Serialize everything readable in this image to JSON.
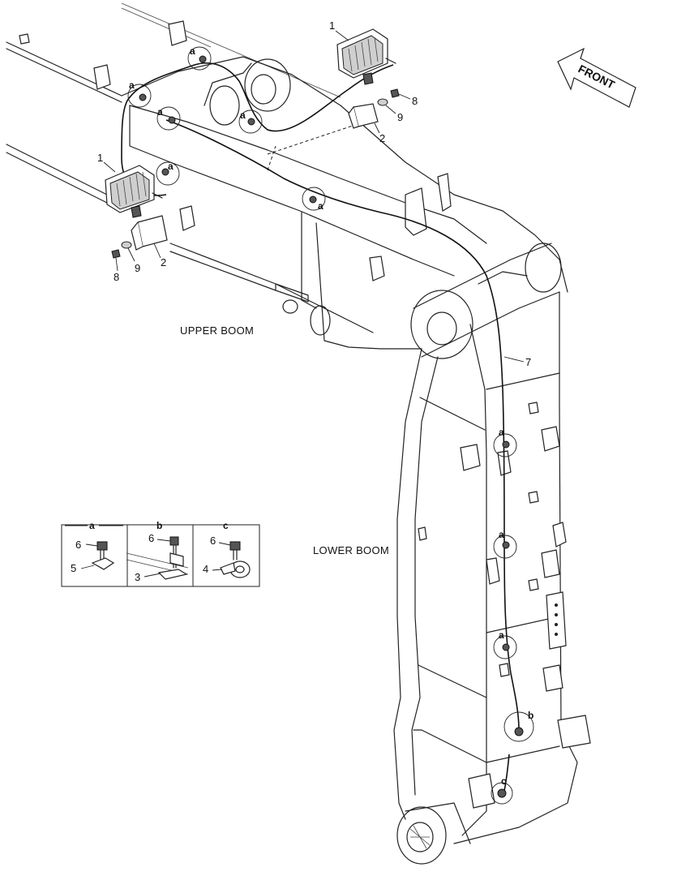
{
  "labels": {
    "upper_boom": "UPPER BOOM",
    "lower_boom": "LOWER BOOM",
    "front": "FRONT"
  },
  "detail_box": {
    "a": {
      "title": "a",
      "parts": [
        "6",
        "5"
      ]
    },
    "b": {
      "title": "b",
      "parts": [
        "6",
        "3"
      ]
    },
    "c": {
      "title": "c",
      "parts": [
        "6",
        "4"
      ]
    }
  },
  "callouts": {
    "lamp_left": "1",
    "lamp_right": "1",
    "bracket_left": "2",
    "bracket_right": "2",
    "bolt_left": "8",
    "bolt_right": "8",
    "washer_left": "9",
    "washer_right": "9",
    "harness": "7"
  },
  "clip_letters": {
    "a": "a",
    "b": "b",
    "c": "c"
  }
}
